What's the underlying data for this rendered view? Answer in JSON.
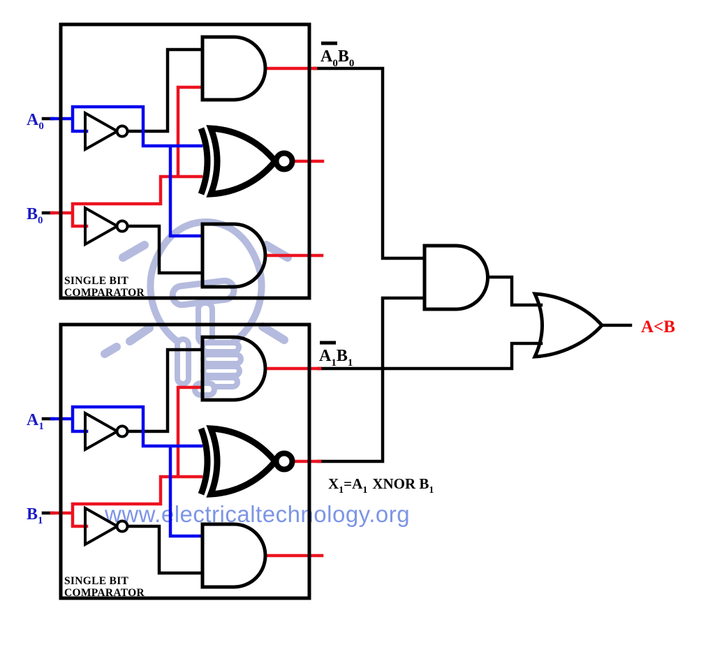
{
  "labels": {
    "a0": {
      "base": "A",
      "sub": "0"
    },
    "b0": {
      "base": "B",
      "sub": "0"
    },
    "a1": {
      "base": "A",
      "sub": "1"
    },
    "b1": {
      "base": "B",
      "sub": "1"
    },
    "out_a0b0": {
      "a": "A",
      "a_sub": "0",
      "b": "B",
      "b_sub": "0"
    },
    "out_a1b1": {
      "a": "A",
      "a_sub": "1",
      "b": "B",
      "b_sub": "1"
    },
    "equation": {
      "x": "X",
      "x_sub": "1",
      "mid": "=A",
      "mid_sub": "1",
      "tail": "XNOR B",
      "tail_sub": "1"
    },
    "final_output": "A<B",
    "comparator_caption": {
      "line1": "SINGLE BIT",
      "line2": "COMPARATOR"
    },
    "watermark": "www.electricaltechnology.org"
  },
  "icons": {
    "gates": [
      "not-gate",
      "and-gate",
      "xnor-gate",
      "or-gate"
    ],
    "watermark": "hand-holding-light-bulb"
  },
  "colors": {
    "wire_blue": "#0606ee",
    "wire_red": "#ec1320",
    "wire_black": "#000000",
    "input_label_blue": "#1b1bc4",
    "output_label_red": "#f60909",
    "watermark_text": "#7d95e6",
    "watermark_bulb": "#b5bbde"
  }
}
